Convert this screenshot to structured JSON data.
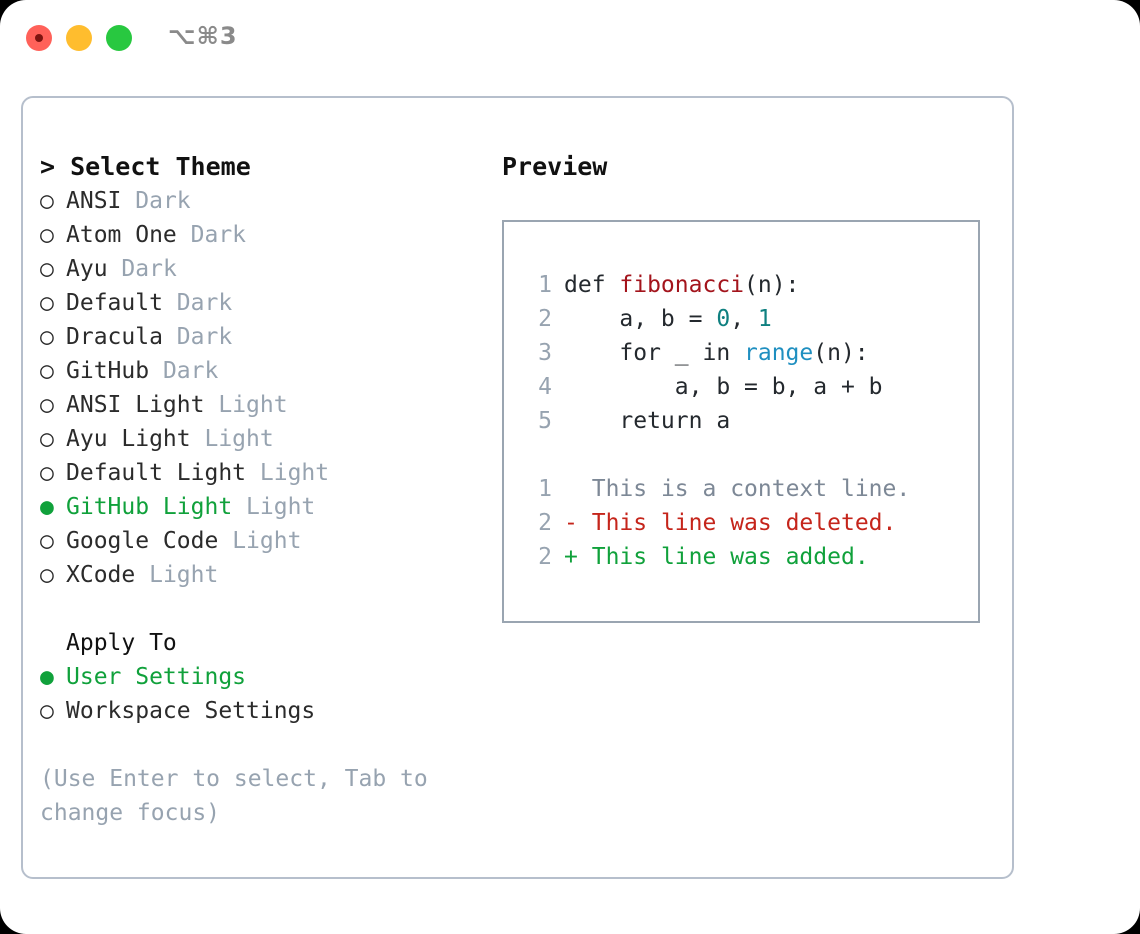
{
  "window": {
    "traffic_lights": [
      "close",
      "minimize",
      "maximize"
    ],
    "shortcut": "⌥⌘3",
    "accent_green": "#10a13b",
    "border_color": "#b6bfcc"
  },
  "theme_picker": {
    "caret": ">",
    "heading": "Select Theme",
    "marker_unselected": "○",
    "marker_selected": "●",
    "items": [
      {
        "name": "ANSI",
        "variant": "Dark",
        "selected": false
      },
      {
        "name": "Atom One",
        "variant": "Dark",
        "selected": false
      },
      {
        "name": "Ayu",
        "variant": "Dark",
        "selected": false
      },
      {
        "name": "Default",
        "variant": "Dark",
        "selected": false
      },
      {
        "name": "Dracula",
        "variant": "Dark",
        "selected": false
      },
      {
        "name": "GitHub",
        "variant": "Dark",
        "selected": false
      },
      {
        "name": "ANSI Light",
        "variant": "Light",
        "selected": false
      },
      {
        "name": "Ayu Light",
        "variant": "Light",
        "selected": false
      },
      {
        "name": "Default Light",
        "variant": "Light",
        "selected": false
      },
      {
        "name": "GitHub Light",
        "variant": "Light",
        "selected": true
      },
      {
        "name": "Google Code",
        "variant": "Light",
        "selected": false
      },
      {
        "name": "XCode",
        "variant": "Light",
        "selected": false
      }
    ]
  },
  "apply_to": {
    "title": "Apply To",
    "options": [
      {
        "label": "User Settings",
        "selected": true
      },
      {
        "label": "Workspace Settings",
        "selected": false
      }
    ]
  },
  "hint": "(Use Enter to select, Tab to change focus)",
  "preview": {
    "title": "Preview",
    "code_lines": [
      {
        "no": "1",
        "parts": [
          {
            "text": "def ",
            "tok": "plain"
          },
          {
            "text": "fibonacci",
            "tok": "fn"
          },
          {
            "text": "(n):",
            "tok": "plain"
          }
        ]
      },
      {
        "no": "2",
        "parts": [
          {
            "text": "    a, b = ",
            "tok": "plain"
          },
          {
            "text": "0",
            "tok": "num"
          },
          {
            "text": ", ",
            "tok": "plain"
          },
          {
            "text": "1",
            "tok": "num"
          }
        ]
      },
      {
        "no": "3",
        "parts": [
          {
            "text": "    for _ in ",
            "tok": "plain"
          },
          {
            "text": "range",
            "tok": "bi"
          },
          {
            "text": "(n):",
            "tok": "plain"
          }
        ]
      },
      {
        "no": "4",
        "parts": [
          {
            "text": "        a, b = b, a + b",
            "tok": "plain"
          }
        ]
      },
      {
        "no": "5",
        "parts": [
          {
            "text": "    return a",
            "tok": "plain"
          }
        ]
      }
    ],
    "diff_lines": [
      {
        "no": "1",
        "sign": " ",
        "text": "This is a context line.",
        "kind": "context"
      },
      {
        "no": "2",
        "sign": "-",
        "text": "This line was deleted.",
        "kind": "deleted"
      },
      {
        "no": "2",
        "sign": "+",
        "text": "This line was added.",
        "kind": "added"
      }
    ]
  }
}
